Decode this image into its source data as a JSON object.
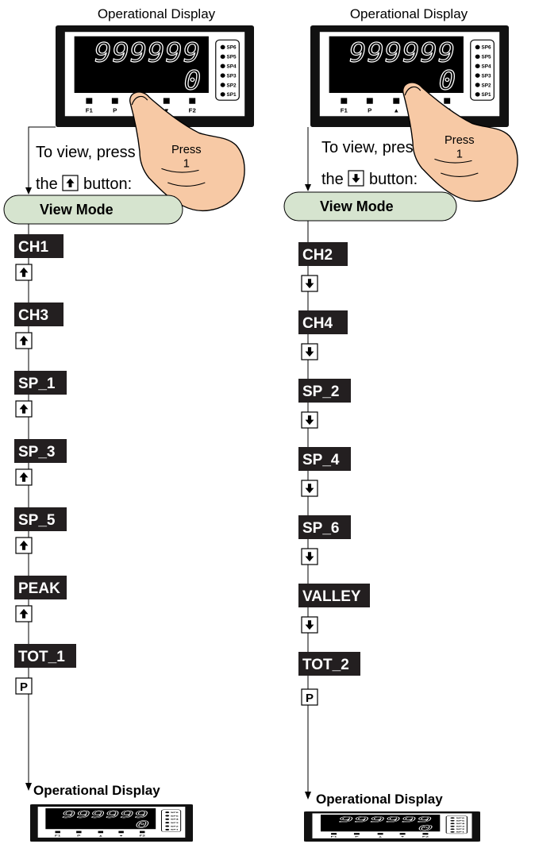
{
  "columns": [
    {
      "top_title": "Operational Display",
      "instruction_line1": "To view, press",
      "instruction_prefix": "the",
      "instruction_suffix": "button:",
      "button_icon": "up-arrow-icon",
      "press_label": "Press",
      "press_number": "1",
      "pressed_key": "up",
      "mode_label": "View Mode",
      "items": [
        "CH1",
        "CH3",
        "SP_1",
        "SP_3",
        "SP_5",
        "PEAK",
        "TOT_1"
      ],
      "step_icon": "up-arrow-icon",
      "exit_key": "P",
      "bottom_title": "Operational Display"
    },
    {
      "top_title": "Operational Display",
      "instruction_line1": "To view, press",
      "instruction_prefix": "the",
      "instruction_suffix": "button:",
      "button_icon": "down-arrow-icon",
      "press_label": "Press",
      "press_number": "1",
      "pressed_key": "down",
      "mode_label": "View Mode",
      "items": [
        "CH2",
        "CH4",
        "SP_2",
        "SP_4",
        "SP_6",
        "VALLEY",
        "TOT_2"
      ],
      "step_icon": "down-arrow-icon",
      "exit_key": "P",
      "bottom_title": "Operational Display"
    }
  ],
  "meter": {
    "top_digits": "999999",
    "bottom_digit": "0",
    "setpoint_labels": [
      "SP6",
      "SP5",
      "SP4",
      "SP3",
      "SP2",
      "SP1"
    ],
    "key_labels": [
      "F1",
      "P",
      "▲",
      "▼",
      "F2"
    ]
  },
  "colors": {
    "mode_fill": "#d6e4cf",
    "item_fill": "#231f20",
    "skin": "#f7c9a5"
  }
}
